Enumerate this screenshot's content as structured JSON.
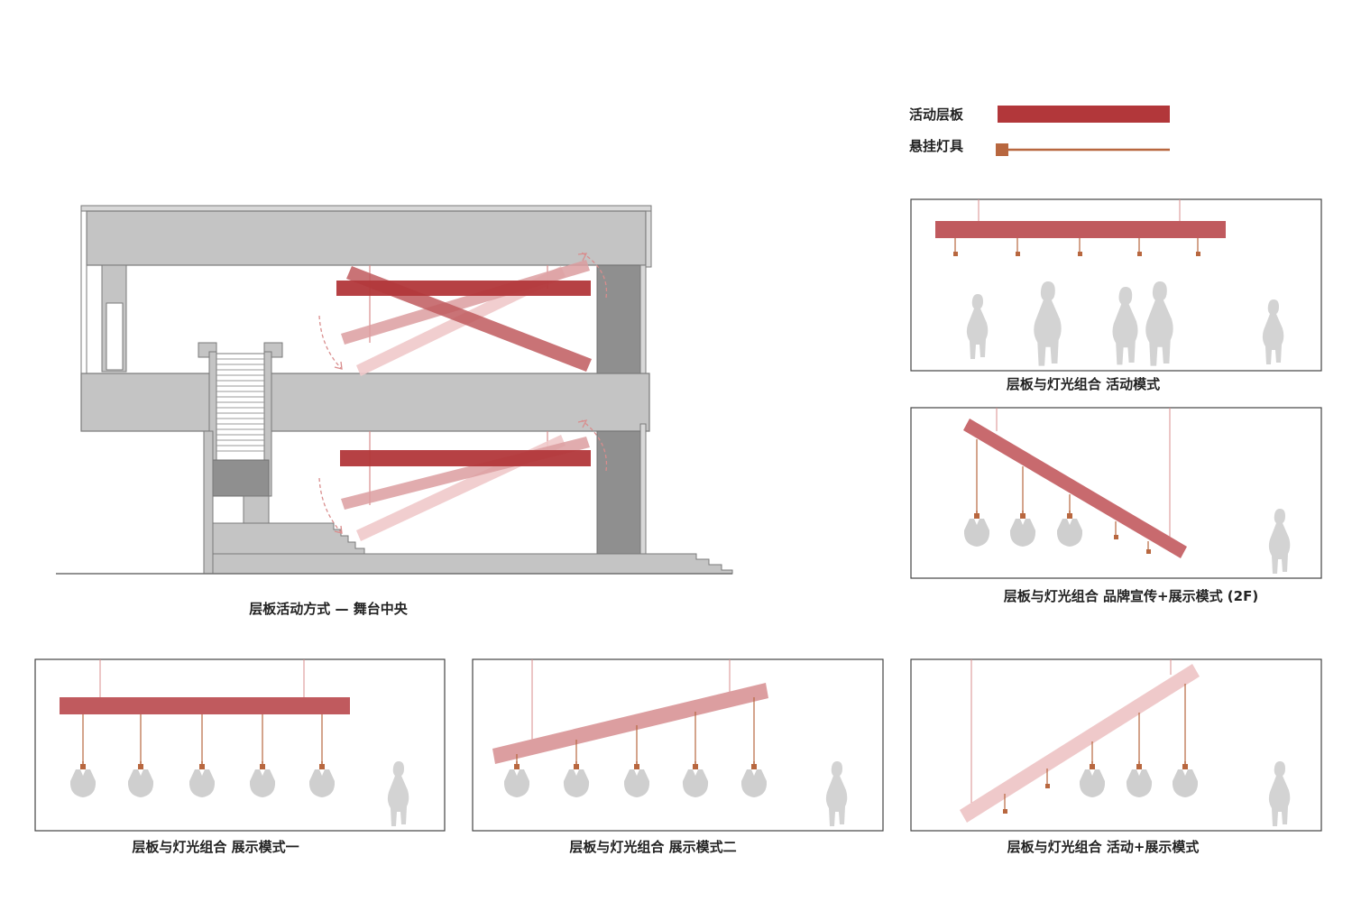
{
  "legend": {
    "panel_label": "活动层板",
    "light_label": "悬挂灯具",
    "colors": {
      "panel": "#b2373a",
      "light": "#b8673f"
    }
  },
  "section": {
    "caption": "层板活动方式 — 舞台中央"
  },
  "panels": [
    {
      "caption": "层板与灯光组合 活动模式"
    },
    {
      "caption": "层板与灯光组合 品牌宣传+展示模式 (2F)"
    },
    {
      "caption": "层板与灯光组合 展示模式一"
    },
    {
      "caption": "层板与灯光组合 展示模式二"
    },
    {
      "caption": "层板与灯光组合 活动+展示模式"
    }
  ],
  "colors": {
    "structure": "#c5c5c5",
    "structure_dark": "#8f8f8f",
    "outline": "#7a7a7a",
    "figure": "#d0d0d0",
    "panel_red": "#b2373a",
    "panel_mid": "#c05a5e",
    "panel_pink": "#dc9ea0",
    "panel_light": "#efc9ca",
    "rope": "#d98d8d",
    "lamp": "#b8673f"
  }
}
